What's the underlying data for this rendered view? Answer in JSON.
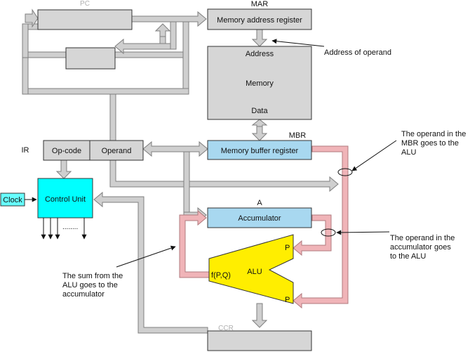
{
  "colors": {
    "grey_box": "#d6d6d6",
    "grey_bus": "#cfcfcf",
    "blue_box": "#a8d8f0",
    "pink_path": "#f0b4b8",
    "yellow_alu": "#ffee00",
    "cyan_clock": "#66ffff",
    "dark_cyan": "#00ffff",
    "ghost_text": "#b0b0b0"
  },
  "labels": {
    "pc": "PC",
    "mar": "MAR",
    "mar_box": "Memory address register",
    "memory_address": "Address",
    "memory": "Memory",
    "memory_data": "Data",
    "mbr": "MBR",
    "mbr_box": "Memory  buffer  register",
    "ir": "IR",
    "opcode": "Op-code",
    "operand": "Operand",
    "clock": "Clock",
    "control_unit": "Control  Unit",
    "dots": "........",
    "a": "A",
    "accumulator": "Accumulator",
    "alu": "ALU",
    "fpq": "f(P,Q)",
    "p_top": "P",
    "p_bottom": "P",
    "ccr": "CCR"
  },
  "annotations": {
    "address_of_operand": "Address of operand",
    "mbr_operand": [
      "The operand in the",
      "MBR goes to the",
      "ALU"
    ],
    "acc_operand": [
      "The operand in the",
      "accumulator goes",
      "to the ALU"
    ],
    "sum": [
      "The sum from the",
      "ALU goes to the",
      "accumulator"
    ]
  }
}
